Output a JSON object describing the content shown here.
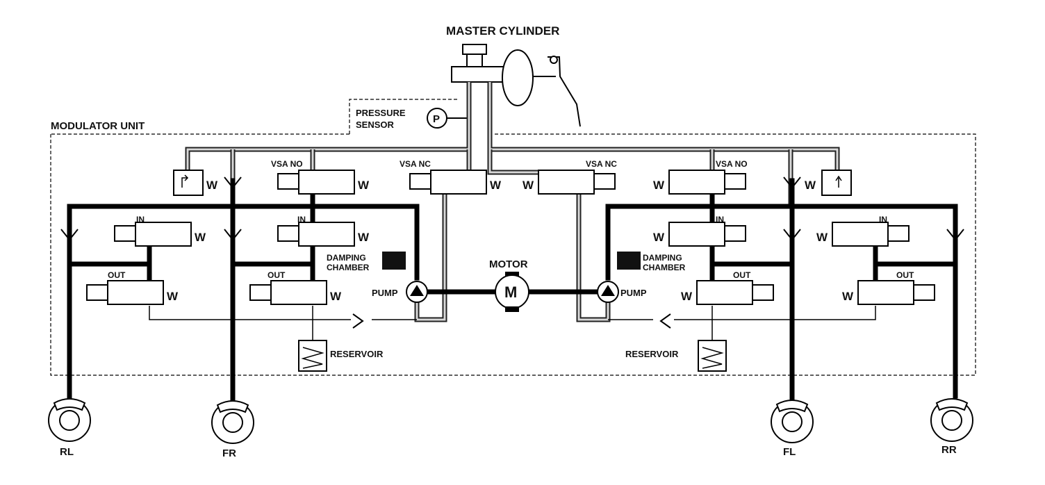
{
  "labels": {
    "master_cylinder": "MASTER CYLINDER",
    "modulator_unit": "MODULATOR UNIT",
    "pressure_sensor_line1": "PRESSURE",
    "pressure_sensor_line2": "SENSOR",
    "pressure_symbol": "P",
    "motor": "MOTOR",
    "motor_symbol": "M",
    "pump": "PUMP",
    "reservoir": "RESERVOIR",
    "damping_line1": "DAMPING",
    "damping_line2": "CHAMBER",
    "vsa_no": "VSA NO",
    "vsa_nc": "VSA NC",
    "in": "IN",
    "out": "OUT",
    "spring": "W"
  },
  "wheels": {
    "rl": "RL",
    "fr": "FR",
    "fl": "FL",
    "rr": "RR"
  }
}
